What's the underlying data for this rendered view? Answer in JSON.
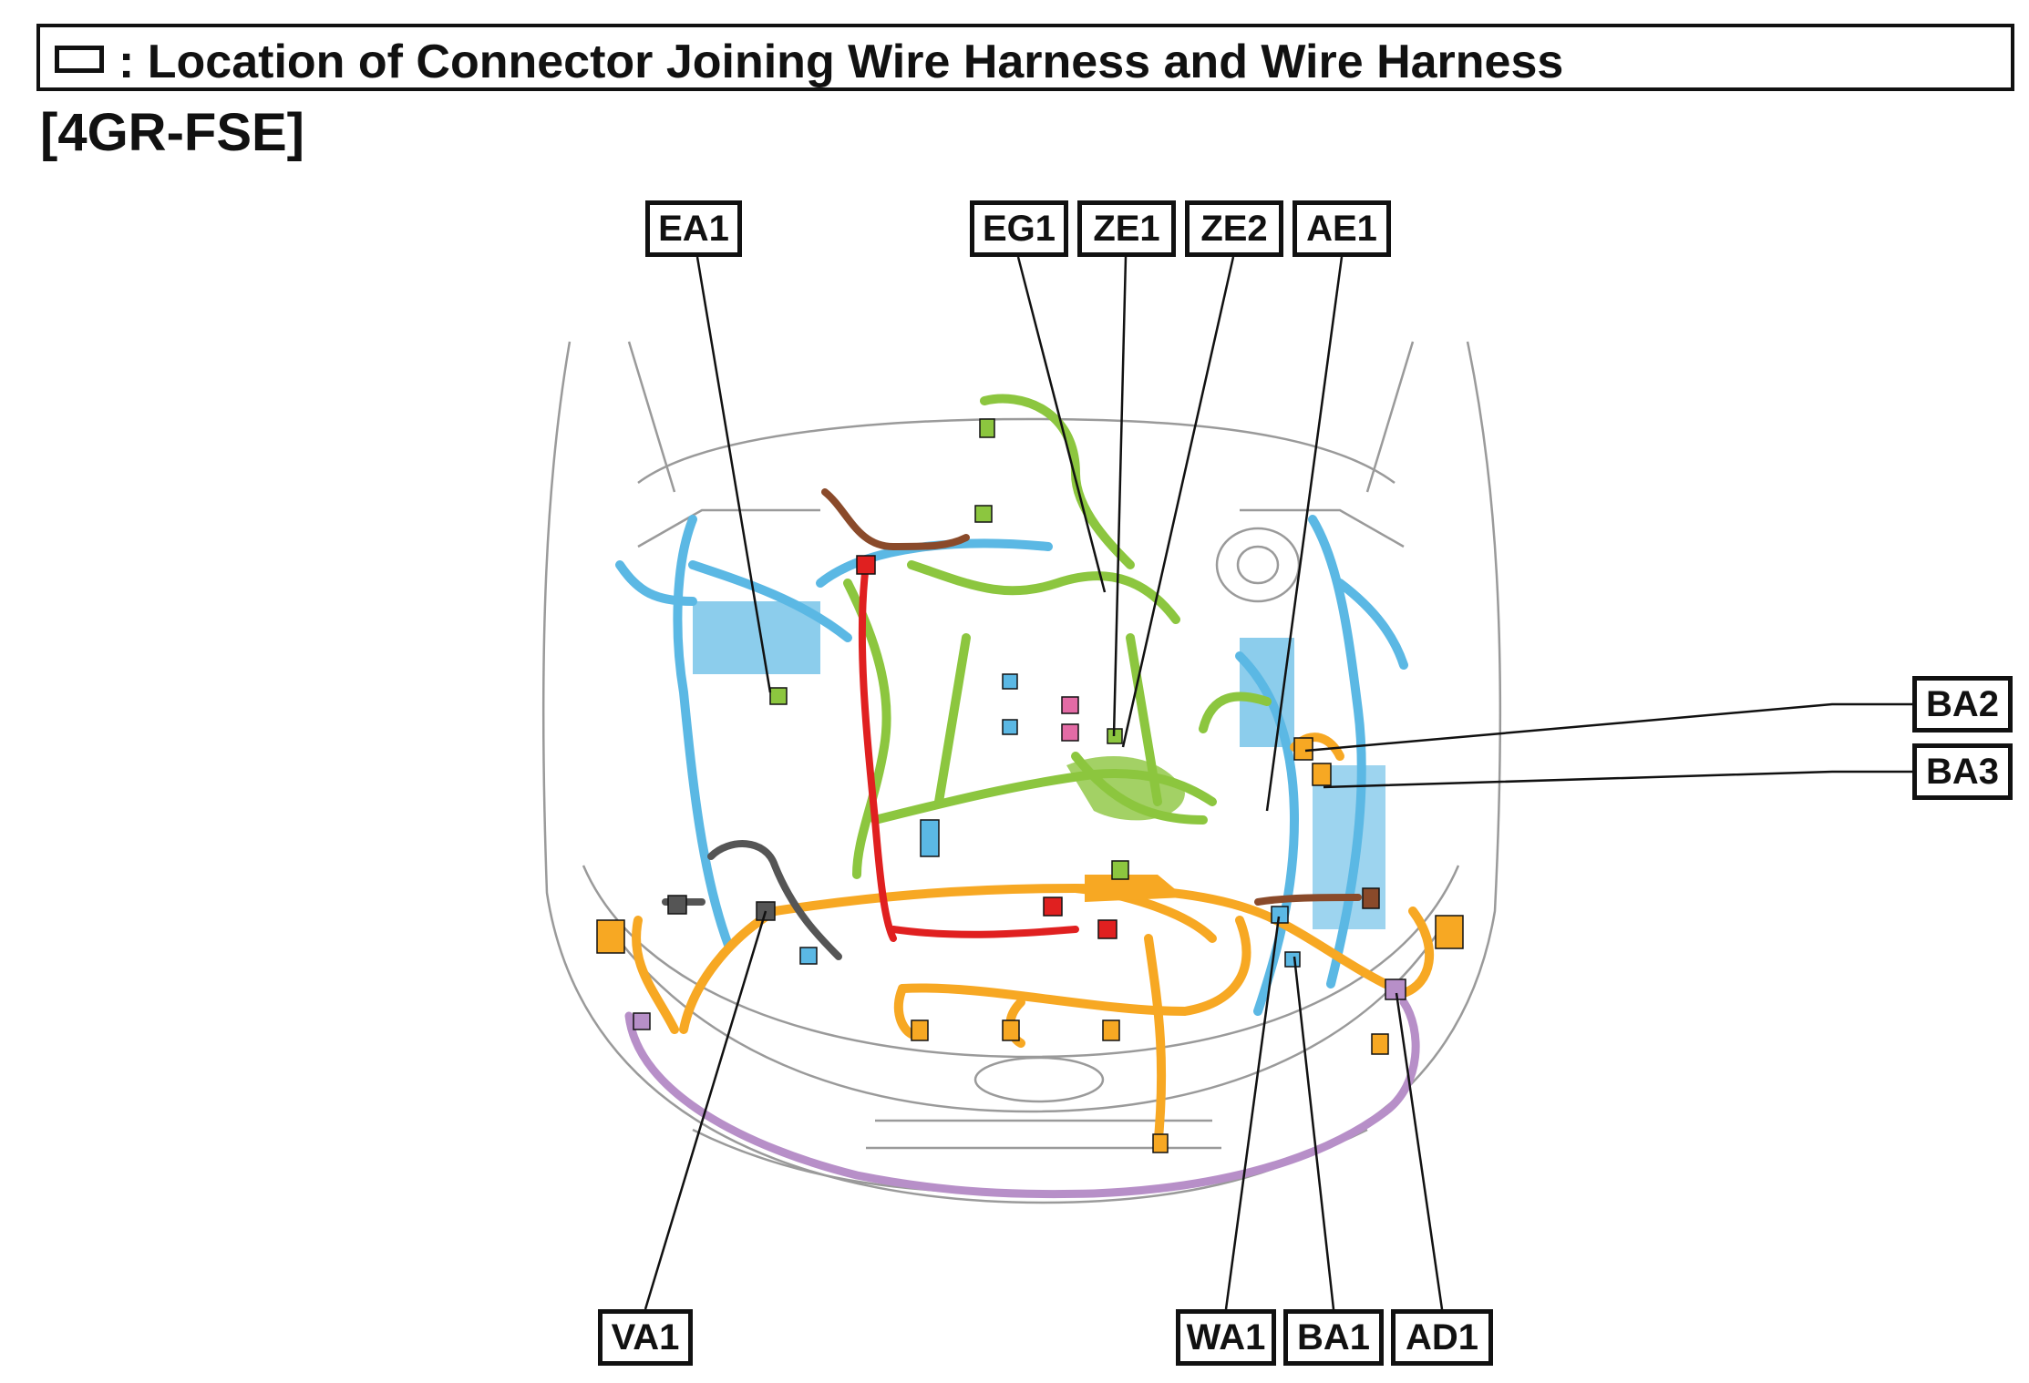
{
  "header": {
    "title": ": Location of Connector Joining Wire Harness and Wire Harness",
    "symbol_icon": "rectangle-symbol-icon"
  },
  "subtitle": "[4GR-FSE]",
  "connectors": {
    "EA1": "EA1",
    "EG1": "EG1",
    "ZE1": "ZE1",
    "ZE2": "ZE2",
    "AE1": "AE1",
    "BA2": "BA2",
    "BA3": "BA3",
    "VA1": "VA1",
    "WA1": "WA1",
    "BA1": "BA1",
    "AD1": "AD1"
  },
  "colors": {
    "light_blue": "#5bb8e4",
    "green": "#8cc63f",
    "orange": "#f7a823",
    "red": "#e02020",
    "brown": "#8a4a2a",
    "purple": "#b78fc8",
    "gray": "#555555",
    "pink": "#e36ba5",
    "outline": "#9a9a9a"
  }
}
